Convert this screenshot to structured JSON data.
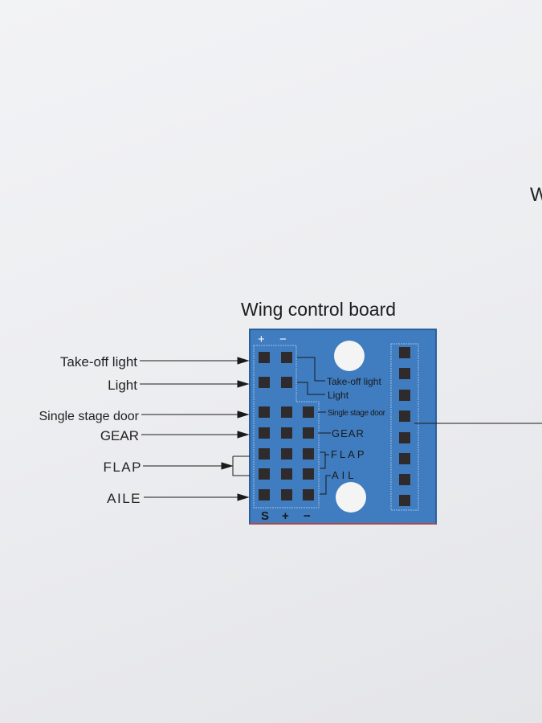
{
  "edge_text": "W",
  "title": "Wing control board",
  "left_labels": [
    "Take-off light",
    "Light",
    "Single stage door",
    "GEAR",
    "FLAP",
    "AILE"
  ],
  "board_labels": [
    "Take-off light",
    "Light",
    "Single stage door",
    "GEAR",
    "FLAP",
    "AIL"
  ],
  "top_polarity": [
    "+",
    "−"
  ],
  "bottom_polarity": [
    "S",
    "+",
    "−"
  ],
  "colors": {
    "board": "#3f7cc0",
    "pin": "#2f2a2c",
    "border": "#b04a4a"
  }
}
